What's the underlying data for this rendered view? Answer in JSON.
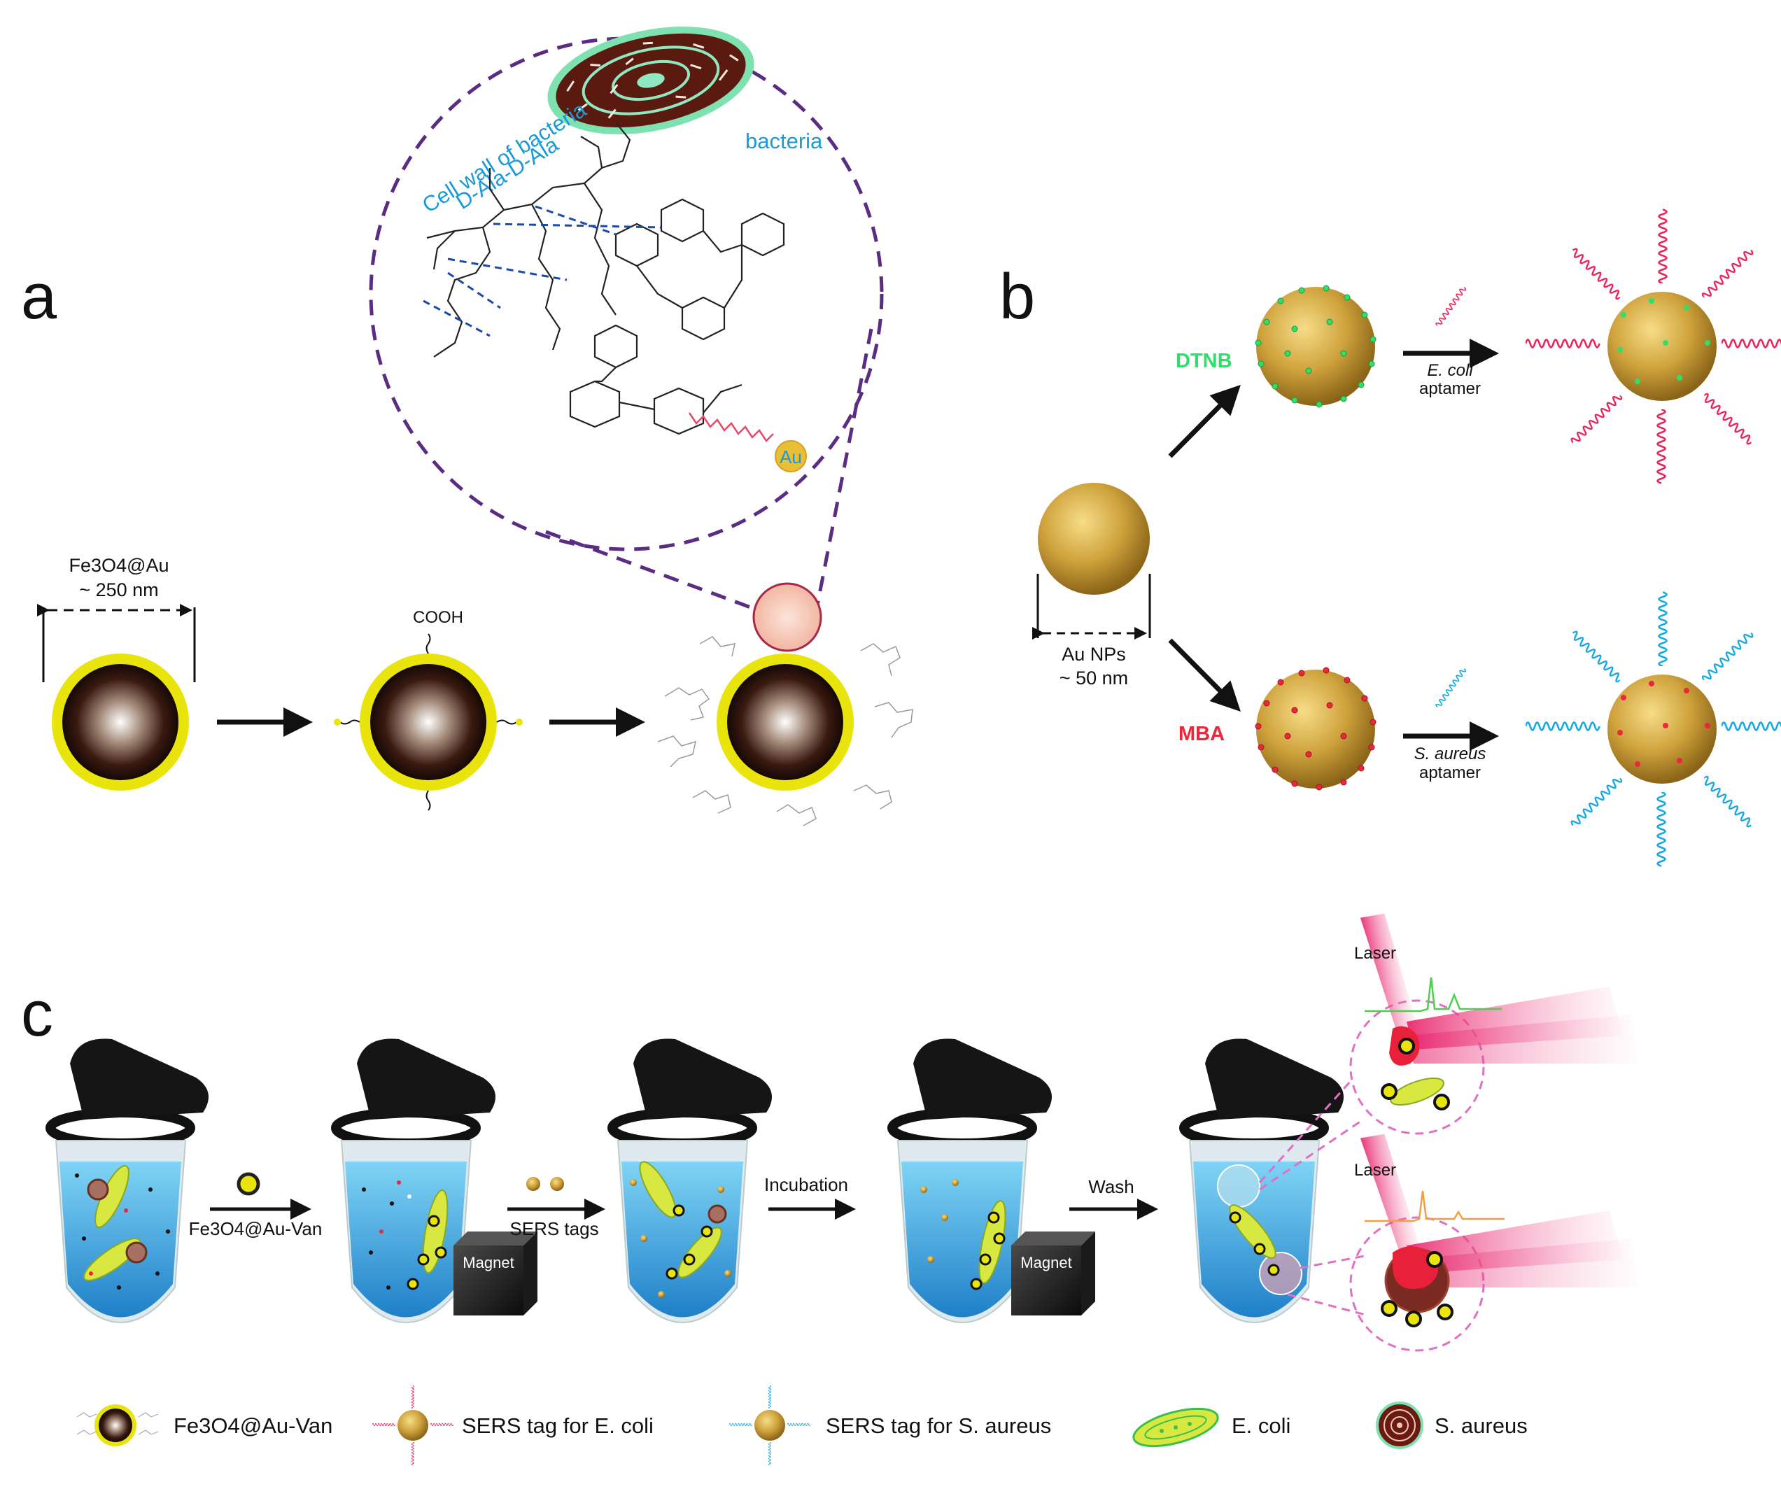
{
  "panel_a": {
    "letter": "a",
    "size_label_1": "Fe3O4@Au",
    "size_label_2": "~ 250 nm",
    "cooh": "COOH",
    "cell_wall_1": "Cell wall of bacteria",
    "cell_wall_2": "D-Ala-D-Ala",
    "bacteria": "bacteria",
    "au": "Au"
  },
  "panel_b": {
    "letter": "b",
    "dtnb": "DTNB",
    "mba": "MBA",
    "aunp_1": "Au NPs",
    "aunp_2": "~ 50 nm",
    "ecoli_apt_1": "E. coli",
    "ecoli_apt_2": "aptamer",
    "saureus_apt_1": "S. aureus",
    "saureus_apt_2": "aptamer"
  },
  "panel_c": {
    "letter": "c",
    "step1": "Fe3O4@Au-Van",
    "step2": "SERS tags",
    "step3": "Incubation",
    "step4": "Wash",
    "magnet": "Magnet",
    "laser": "Laser"
  },
  "legend": {
    "item1": "Fe3O4@Au-Van",
    "item2": "SERS tag for E. coli",
    "item3": "SERS tag for S. aureus",
    "item4": "E. coli",
    "item5": "S. aureus"
  },
  "colors": {
    "shell_yellow": "#e8e40c",
    "purple_dash": "#5a2d82",
    "blue_text": "#1a9ad6",
    "dtnb_green": "#2ee06a",
    "mba_red": "#e8283c",
    "gold": "#c8a038",
    "liquid_blue": "#3aa8e0",
    "laser_pink": "#e83070"
  }
}
